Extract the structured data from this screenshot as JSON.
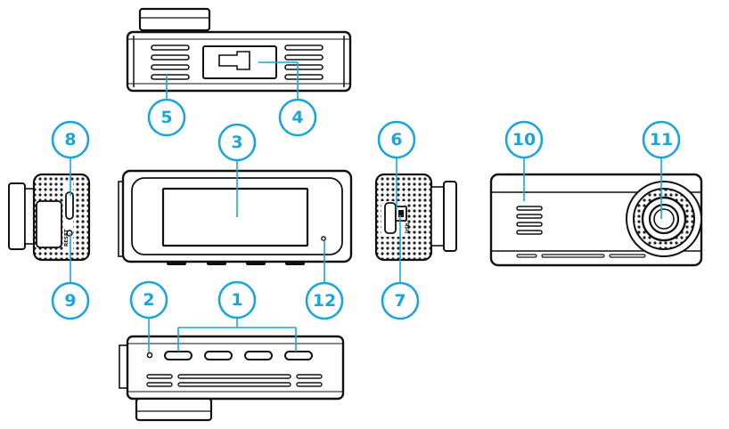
{
  "colors": {
    "accent": "#1ba6db",
    "outline": "#111111",
    "fill": "#ffffff"
  },
  "callouts": [
    {
      "id": "1",
      "label": "1"
    },
    {
      "id": "2",
      "label": "2"
    },
    {
      "id": "3",
      "label": "3"
    },
    {
      "id": "4",
      "label": "4"
    },
    {
      "id": "5",
      "label": "5"
    },
    {
      "id": "6",
      "label": "6"
    },
    {
      "id": "7",
      "label": "7"
    },
    {
      "id": "8",
      "label": "8"
    },
    {
      "id": "9",
      "label": "9"
    },
    {
      "id": "10",
      "label": "10"
    },
    {
      "id": "11",
      "label": "11"
    },
    {
      "id": "12",
      "label": "12"
    }
  ],
  "side_markings": {
    "left_reset": "RESET",
    "right_port": "USB"
  },
  "views": {
    "top": "top-view",
    "bottom": "bottom-view",
    "rear": "rear-screen-view",
    "left": "left-side-view",
    "right": "right-side-view",
    "front": "front-lens-view"
  }
}
